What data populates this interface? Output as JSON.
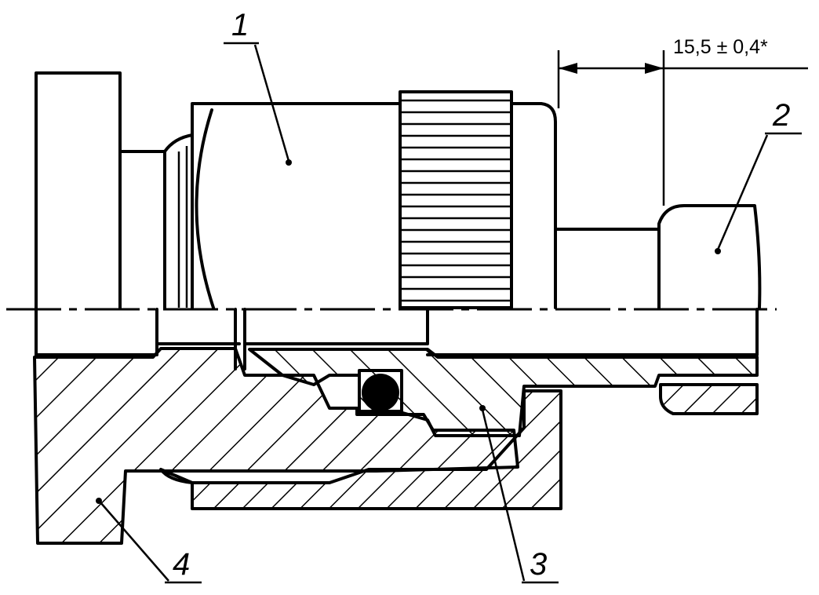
{
  "labels": {
    "part1": "1",
    "part2": "2",
    "part3": "3",
    "part4": "4"
  },
  "dimension": {
    "text": "15,5 ± 0,4*"
  }
}
